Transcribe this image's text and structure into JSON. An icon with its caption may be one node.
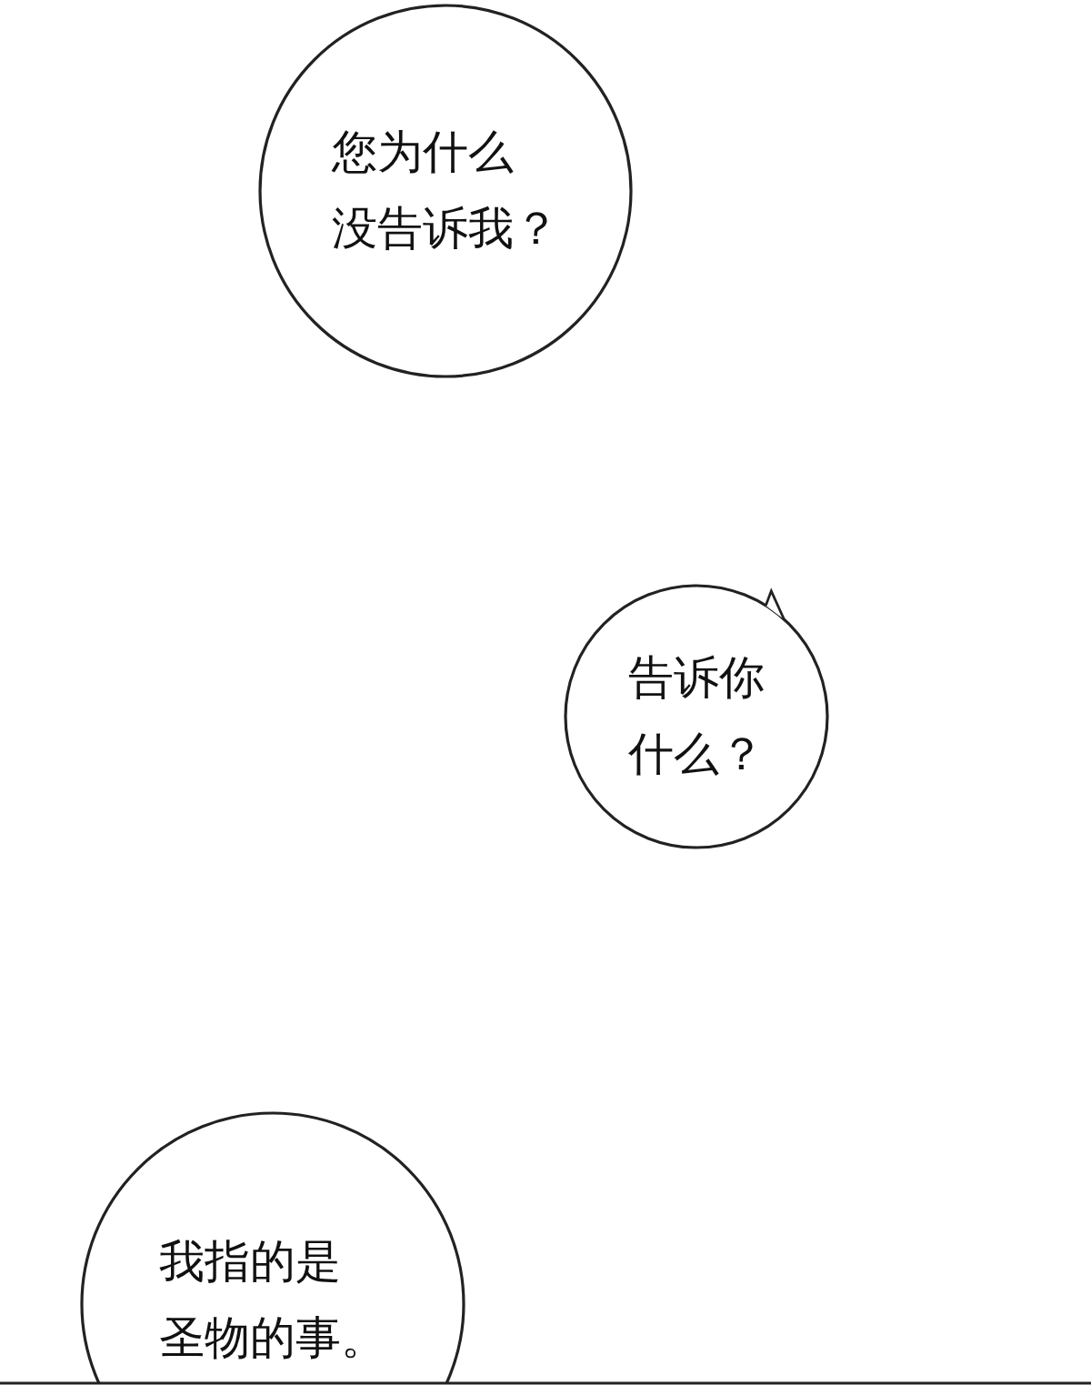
{
  "diagram": {
    "nodes": [
      {
        "text": [
          "您为什么没告诉我？"
        ]
      },
      {
        "text": [
          "告诉你什么？"
        ]
      },
      {
        "text": [
          "我指的是圣物的事。"
        ]
      }
    ]
  }
}
